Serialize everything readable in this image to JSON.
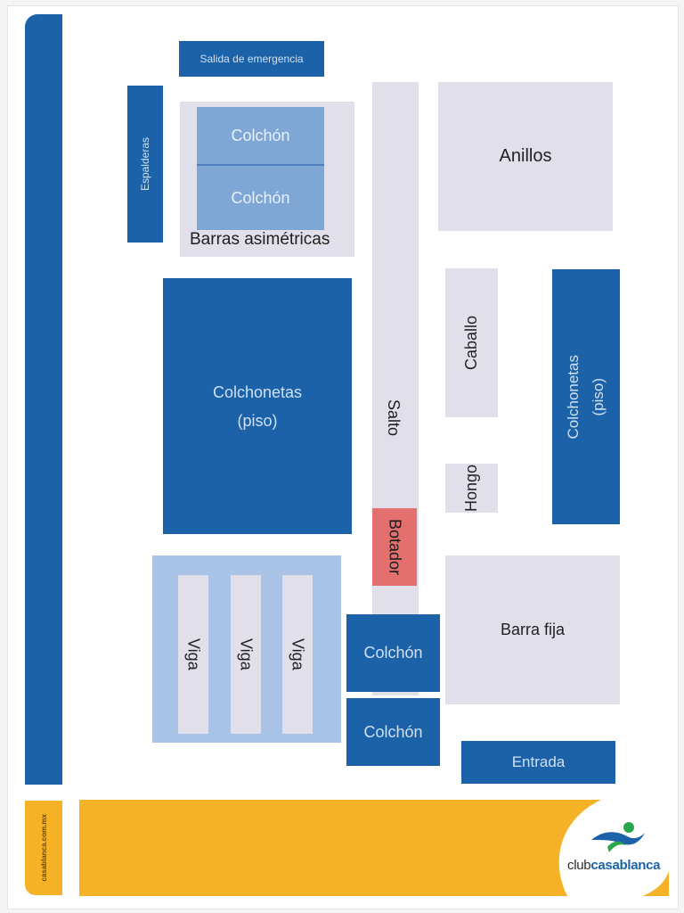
{
  "colors": {
    "dark_blue": "#1b62a8",
    "light_grey": "#e1e0ea",
    "light_blue": "#a9c3e6",
    "mid_blue": "#7fa7d6",
    "red": "#e46f6f",
    "yellow": "#f5b227",
    "logo_green": "#2aa54a"
  },
  "areas": {
    "salida": "Salida de emergencia",
    "espalderas": "Espalderas",
    "colchon_a": "Colchón",
    "colchon_b": "Colchón",
    "barras": "Barras asimétricas",
    "anillos": "Anillos",
    "colchonetas_left_line1": "Colchonetas",
    "colchonetas_left_line2": "(piso)",
    "salto": "Salto",
    "caballo": "Caballo",
    "hongo": "Hongo",
    "colchonetas_right_line1": "Colchonetas",
    "colchonetas_right_line2": "(piso)",
    "botador": "Botador",
    "viga1": "Viga",
    "viga2": "Viga",
    "viga3": "Viga",
    "colchon_c": "Colchón",
    "colchon_d": "Colchón",
    "barra_fija": "Barra fija",
    "entrada": "Entrada"
  },
  "footer": {
    "website": "casablanca.com.mx",
    "logo_prefix": "club",
    "logo_brand": "casablanca",
    "logo_icon": "person-figure-icon"
  }
}
